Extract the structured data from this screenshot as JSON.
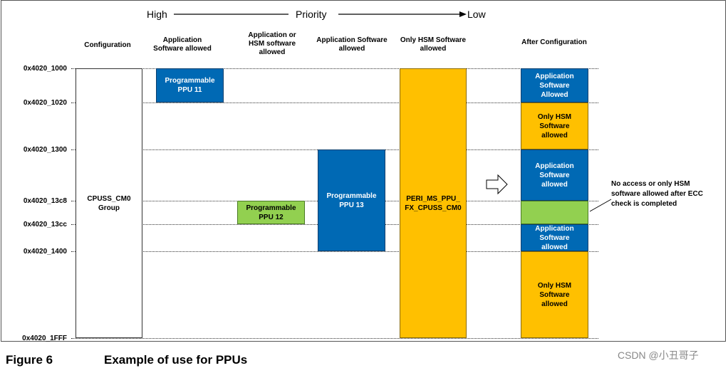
{
  "priority": {
    "high": "High",
    "middle": "Priority",
    "low": "Low"
  },
  "columns": {
    "configuration": "Configuration",
    "app_allowed": "Application Software allowed",
    "app_or_hsm": "Application or HSM software allowed",
    "app_allowed2": "Application Software allowed",
    "only_hsm": "Only HSM Software allowed",
    "after_config": "After Configuration"
  },
  "addresses": [
    "0x4020_1000",
    "0x4020_1020",
    "0x4020_1300",
    "0x4020_13c8",
    "0x4020_13cc",
    "0x4020_1400",
    "0x4020_1FFF"
  ],
  "blocks": {
    "cpuss": "CPUSS_CM0 Group",
    "ppu11": "Programmable PPU 11",
    "ppu12": "Programmable PPU 12",
    "ppu13": "Programmable PPU 13",
    "peri": "PERI_MS_PPU_FX_CPUSS_CM0"
  },
  "after": {
    "seg1": "Application Software Allowed",
    "seg2": "Only HSM Software allowed",
    "seg3": "Application Software allowed",
    "seg4": "",
    "seg5": "Application Software allowed",
    "seg6": "Only HSM Software allowed"
  },
  "note": "No access or only HSM software allowed after ECC check is completed",
  "caption": {
    "number": "Figure 6",
    "title": "Example of use for PPUs"
  },
  "watermark": "CSDN @小丑哥子",
  "colors": {
    "blue": "#0069b4",
    "yellow": "#ffc000",
    "green": "#92d050"
  }
}
